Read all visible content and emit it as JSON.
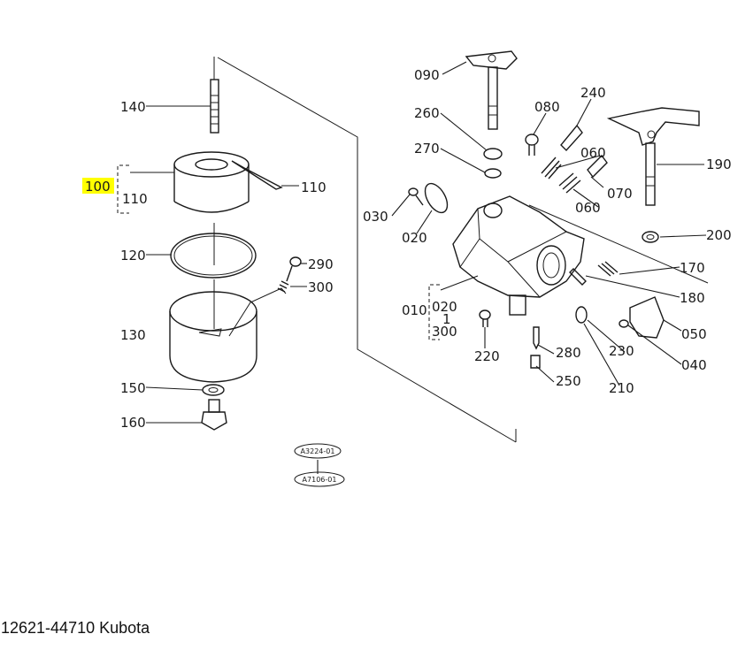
{
  "diagram": {
    "title_text": "",
    "part_labels": {
      "p140": "140",
      "p100": "100",
      "p110a": "110",
      "p110b": "110",
      "p120": "120",
      "p130": "130",
      "p150": "150",
      "p160": "160",
      "p290": "290",
      "p300": "300",
      "p090": "090",
      "p260": "260",
      "p270": "270",
      "p080": "080",
      "p240": "240",
      "p060a": "060",
      "p070": "070",
      "p060b": "060",
      "p030": "030",
      "p020": "020",
      "p010": "010",
      "p020r": "020",
      "p1": "1",
      "p300r": "300",
      "p220": "220",
      "p280": "280",
      "p250": "250",
      "p210": "210",
      "p230": "230",
      "p190": "190",
      "p200": "200",
      "p170": "170",
      "p180": "180",
      "p050": "050",
      "p040": "040"
    },
    "reference_codes": {
      "top": "A3224-01",
      "bottom": "A7106-01"
    },
    "highlight_color": "#ffff00"
  },
  "caption": "12621-44710 Kubota"
}
